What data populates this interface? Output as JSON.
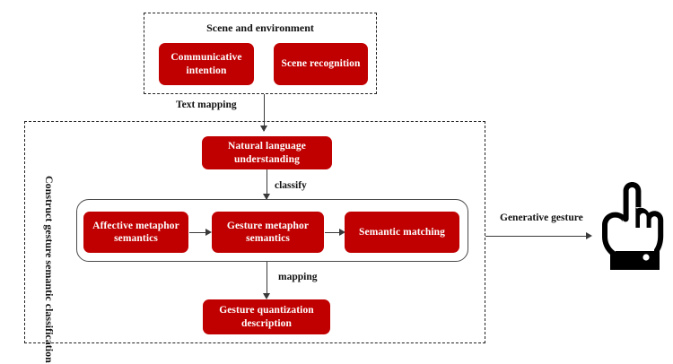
{
  "diagram": {
    "title_top_group": "Scene and environment",
    "title_side_group": "Construct gesture semantic classification",
    "colors": {
      "box_fill": "#C00000",
      "box_text": "#FFFFFF",
      "line": "#3A3A3A",
      "dashed_border": "#222222",
      "solid_border": "#4A4A4A",
      "hand": "#000000"
    },
    "boxes": {
      "communicative_intention": "Communicative intention",
      "scene_recognition": "Scene recognition",
      "natural_language_understanding": "Natural language understanding",
      "affective_metaphor_semantics": "Affective metaphor semantics",
      "gesture_metaphor_semantics": "Gesture metaphor semantics",
      "semantic_matching": "Semantic matching",
      "gesture_quantization_description": "Gesture quantization description"
    },
    "edge_labels": {
      "text_mapping": "Text mapping",
      "classify": "classify",
      "mapping": "mapping",
      "generative_gesture": "Generative gesture"
    },
    "icons": {
      "pointing_hand": "pointing-hand-icon"
    }
  }
}
